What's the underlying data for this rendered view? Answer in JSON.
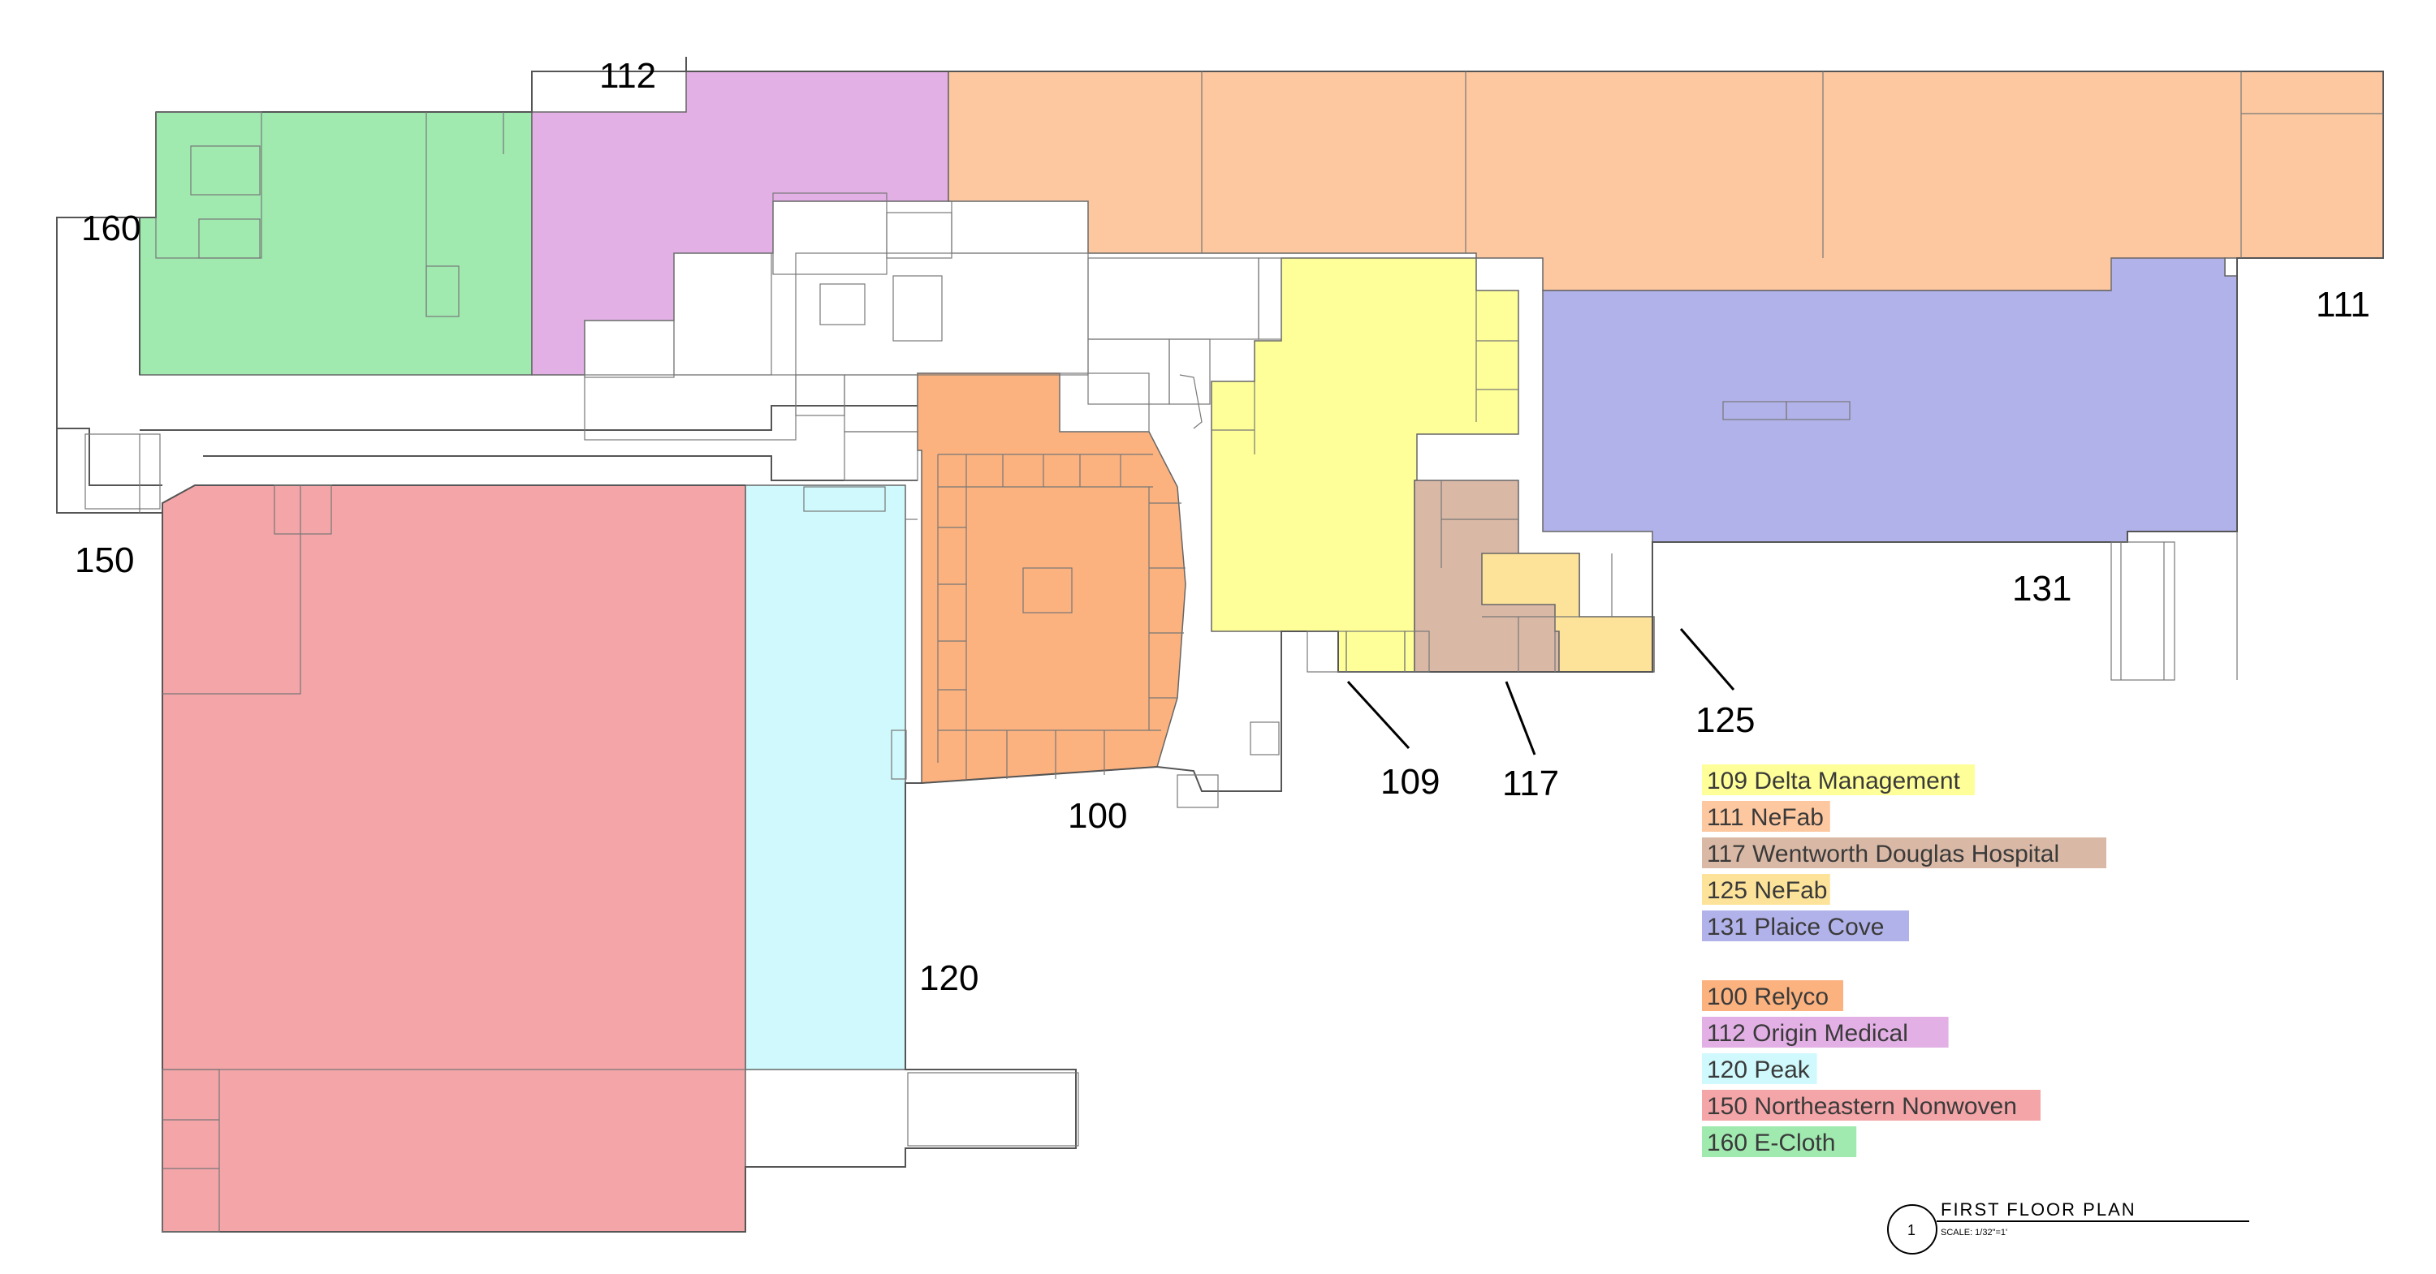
{
  "colors": {
    "109": "#ffff99",
    "111": "#fdc8a0",
    "117": "#d9b9a6",
    "125": "#fde39a",
    "131": "#b2b2ea",
    "100": "#fbb27f",
    "112": "#e3b0e6",
    "120": "#cff9fc",
    "150": "#f4a5a8",
    "160": "#a0eab0"
  },
  "unit_labels": {
    "u100": "100",
    "u109": "109",
    "u111": "111",
    "u112": "112",
    "u117": "117",
    "u120": "120",
    "u125": "125",
    "u131": "131",
    "u150": "150",
    "u160": "160"
  },
  "legend": {
    "group1": [
      {
        "unit": "109",
        "label": "109 Delta Management"
      },
      {
        "unit": "111",
        "label": "111 NeFab"
      },
      {
        "unit": "117",
        "label": "117 Wentworth Douglas Hospital"
      },
      {
        "unit": "125",
        "label": "125 NeFab"
      },
      {
        "unit": "131",
        "label": "131 Plaice Cove"
      }
    ],
    "group2": [
      {
        "unit": "100",
        "label": "100 Relyco"
      },
      {
        "unit": "112",
        "label": "112 Origin Medical"
      },
      {
        "unit": "120",
        "label": "120 Peak"
      },
      {
        "unit": "150",
        "label": "150 Northeastern Nonwoven"
      },
      {
        "unit": "160",
        "label": "160 E-Cloth"
      }
    ]
  },
  "title_block": {
    "number": "1",
    "title": "FIRST FLOOR PLAN",
    "scale": "SCALE: 1/32\"=1'"
  }
}
